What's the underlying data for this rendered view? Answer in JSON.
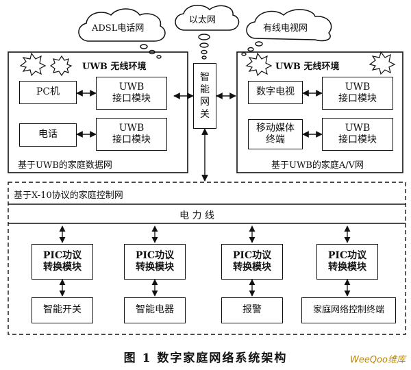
{
  "clouds": {
    "adsl": "ADSL电话网",
    "ethernet": "以太网",
    "cable_tv": "有线电视网"
  },
  "left_panel": {
    "env_title": "UWB 无线环境",
    "pc": "PC机",
    "uwb_module_1": "UWB\n接口模块",
    "phone": "电话",
    "uwb_module_2": "UWB\n接口模块",
    "footer": "基于UWB的家庭数据网"
  },
  "gateway": "智\n能\n网\n关",
  "right_panel": {
    "env_title": "UWB 无线环境",
    "digital_tv": "数字电视",
    "uwb_module_1": "UWB\n接口模块",
    "mobile_media": "移动媒体\n终端",
    "uwb_module_2": "UWB\n接口模块",
    "footer": "基于UWB的家庭A/V网"
  },
  "control_network": {
    "title": "基于X-10协议的家庭控制网",
    "power_line": "电  力  线",
    "columns": [
      {
        "module": "PIC功议\n转换模块",
        "device": "智能开关"
      },
      {
        "module": "PIC功议\n转换模块",
        "device": "智能电器"
      },
      {
        "module": "PIC功议\n转换模块",
        "device": "报警"
      },
      {
        "module": "PIC功议\n转换模块",
        "device": "家庭网络控制终端"
      }
    ]
  },
  "caption": "图 1   数字家庭网络系统架构",
  "watermark": "WeeQoo维库"
}
